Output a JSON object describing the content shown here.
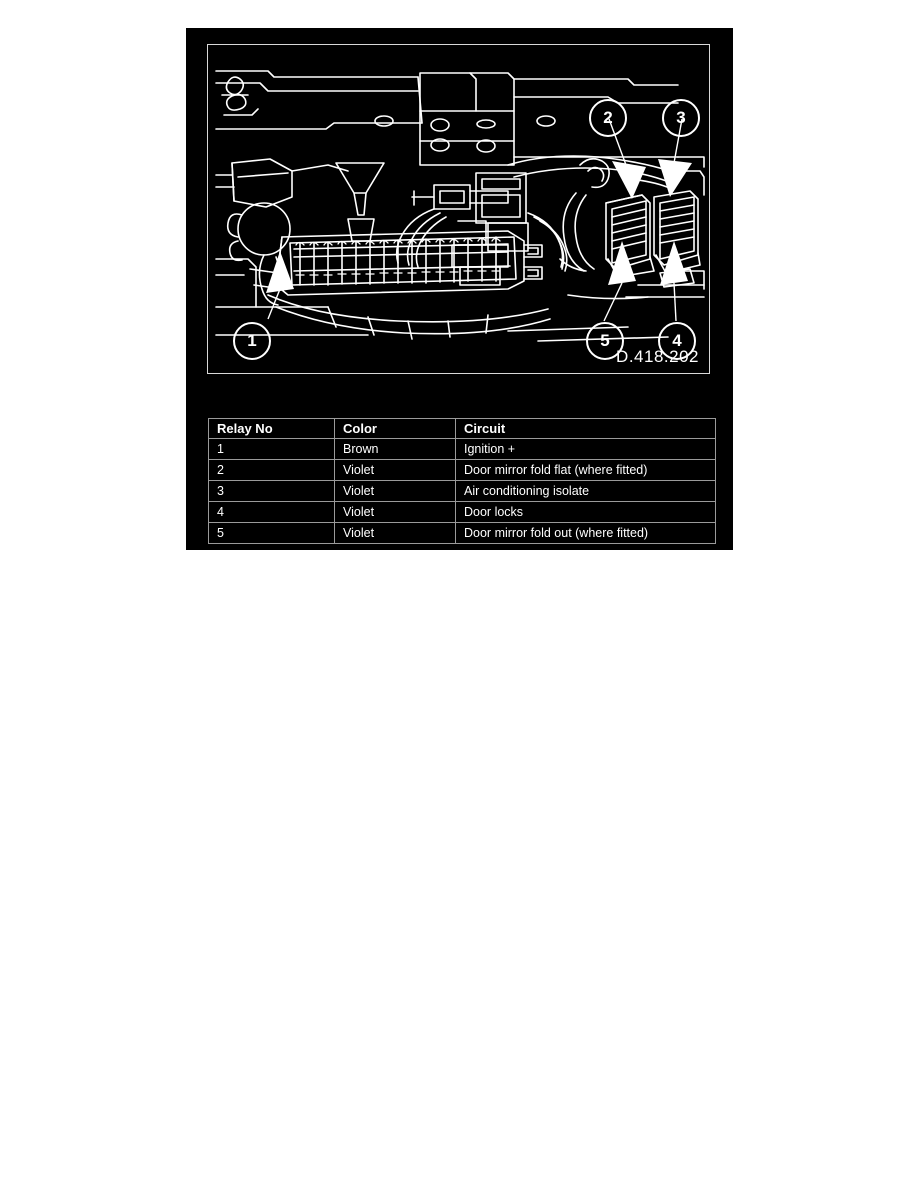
{
  "figure": {
    "id_label": "D.418.202",
    "callouts": [
      {
        "number": "1"
      },
      {
        "number": "2"
      },
      {
        "number": "3"
      },
      {
        "number": "4"
      },
      {
        "number": "5"
      }
    ]
  },
  "table": {
    "headers": {
      "relay_no": "Relay No",
      "color": "Color",
      "circuit": "Circuit"
    },
    "rows": [
      {
        "relay_no": "1",
        "color": "Brown",
        "circuit": "Ignition +"
      },
      {
        "relay_no": "2",
        "color": "Violet",
        "circuit": "Door mirror fold flat (where fitted)"
      },
      {
        "relay_no": "3",
        "color": "Violet",
        "circuit": "Air conditioning isolate"
      },
      {
        "relay_no": "4",
        "color": "Violet",
        "circuit": "Door locks"
      },
      {
        "relay_no": "5",
        "color": "Violet",
        "circuit": "Door mirror fold out (where fitted)"
      }
    ]
  },
  "colors": {
    "panel_bg": "#000000",
    "line": "#ffffff",
    "grid": "#9a9a9a",
    "page_bg": "#ffffff"
  }
}
